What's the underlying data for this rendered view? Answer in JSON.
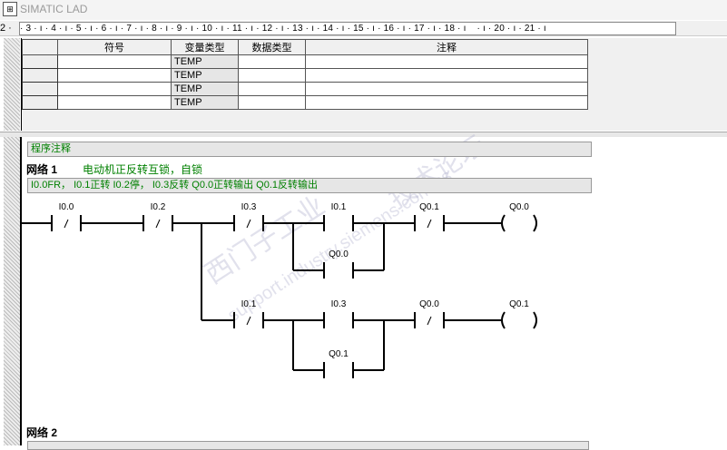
{
  "window": {
    "title": "SIMATIC LAD"
  },
  "ruler": {
    "left": "2 ·",
    "marks": "· 3 · ı · 4 · ı · 5 · ı · 6 · ı · 7 · ı · 8 · ı · 9 · ı · 10 · ı · 11 · ı · 12 · ı · 13 · ı · 14 · ı · 15 · ı · 16 · ı · 17 · ı · 18 · ı    · ı · 20 · ı · 21 · ı"
  },
  "decl_table": {
    "headers": [
      "",
      "符号",
      "变量类型",
      "数据类型",
      "注释"
    ],
    "rows": [
      [
        "",
        "",
        "TEMP",
        "",
        ""
      ],
      [
        "",
        "",
        "TEMP",
        "",
        ""
      ],
      [
        "",
        "",
        "TEMP",
        "",
        ""
      ],
      [
        "",
        "",
        "TEMP",
        "",
        ""
      ]
    ]
  },
  "program_comment": "程序注释",
  "network1": {
    "title": "网络 1",
    "comment_title": "电动机正反转互锁，自锁",
    "comment": "I0.0FR， I0.1正转  I0.2停， I0.3反转 Q0.0正转输出  Q0.1反转输出",
    "contacts": [
      "I0.0",
      "I0.2",
      "I0.3",
      "I0.1",
      "Q0.0",
      "Q0.1",
      "I0.1",
      "I0.3",
      "Q0.1",
      "Q0.0"
    ],
    "coils": [
      "Q0.0",
      "Q0.1"
    ]
  },
  "network2": {
    "title": "网络 2"
  },
  "watermark": {
    "a": "西门子工业",
    "b": "support.industry.siemens.com/cs",
    "c": "技术论坛"
  }
}
